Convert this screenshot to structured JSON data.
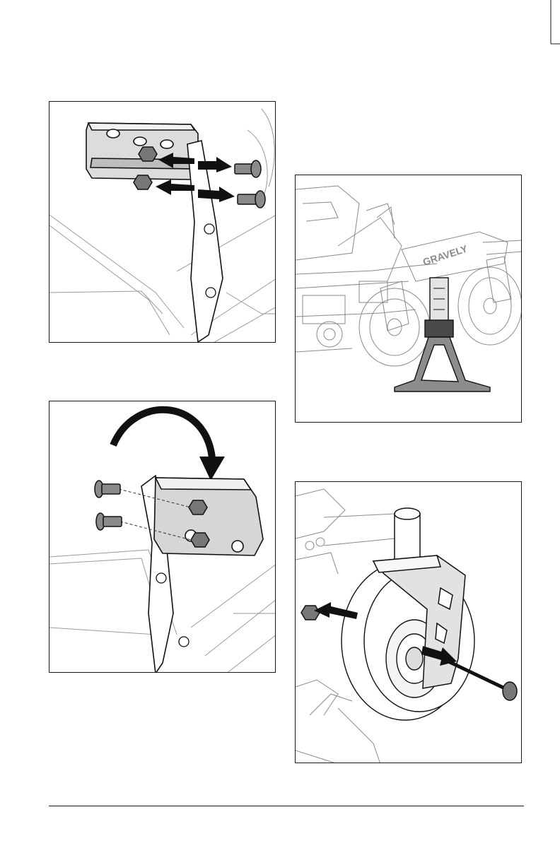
{
  "figures": [
    {
      "id": "fig1",
      "name": "bracket-bolts-removal"
    },
    {
      "id": "fig2",
      "name": "bracket-flip-reinstall"
    },
    {
      "id": "fig3",
      "name": "mower-on-jack-stand"
    },
    {
      "id": "fig4",
      "name": "caster-wheel-axle-bolt-removal"
    }
  ],
  "brand_label": "GRAVELY",
  "footer": {
    "text": ""
  }
}
